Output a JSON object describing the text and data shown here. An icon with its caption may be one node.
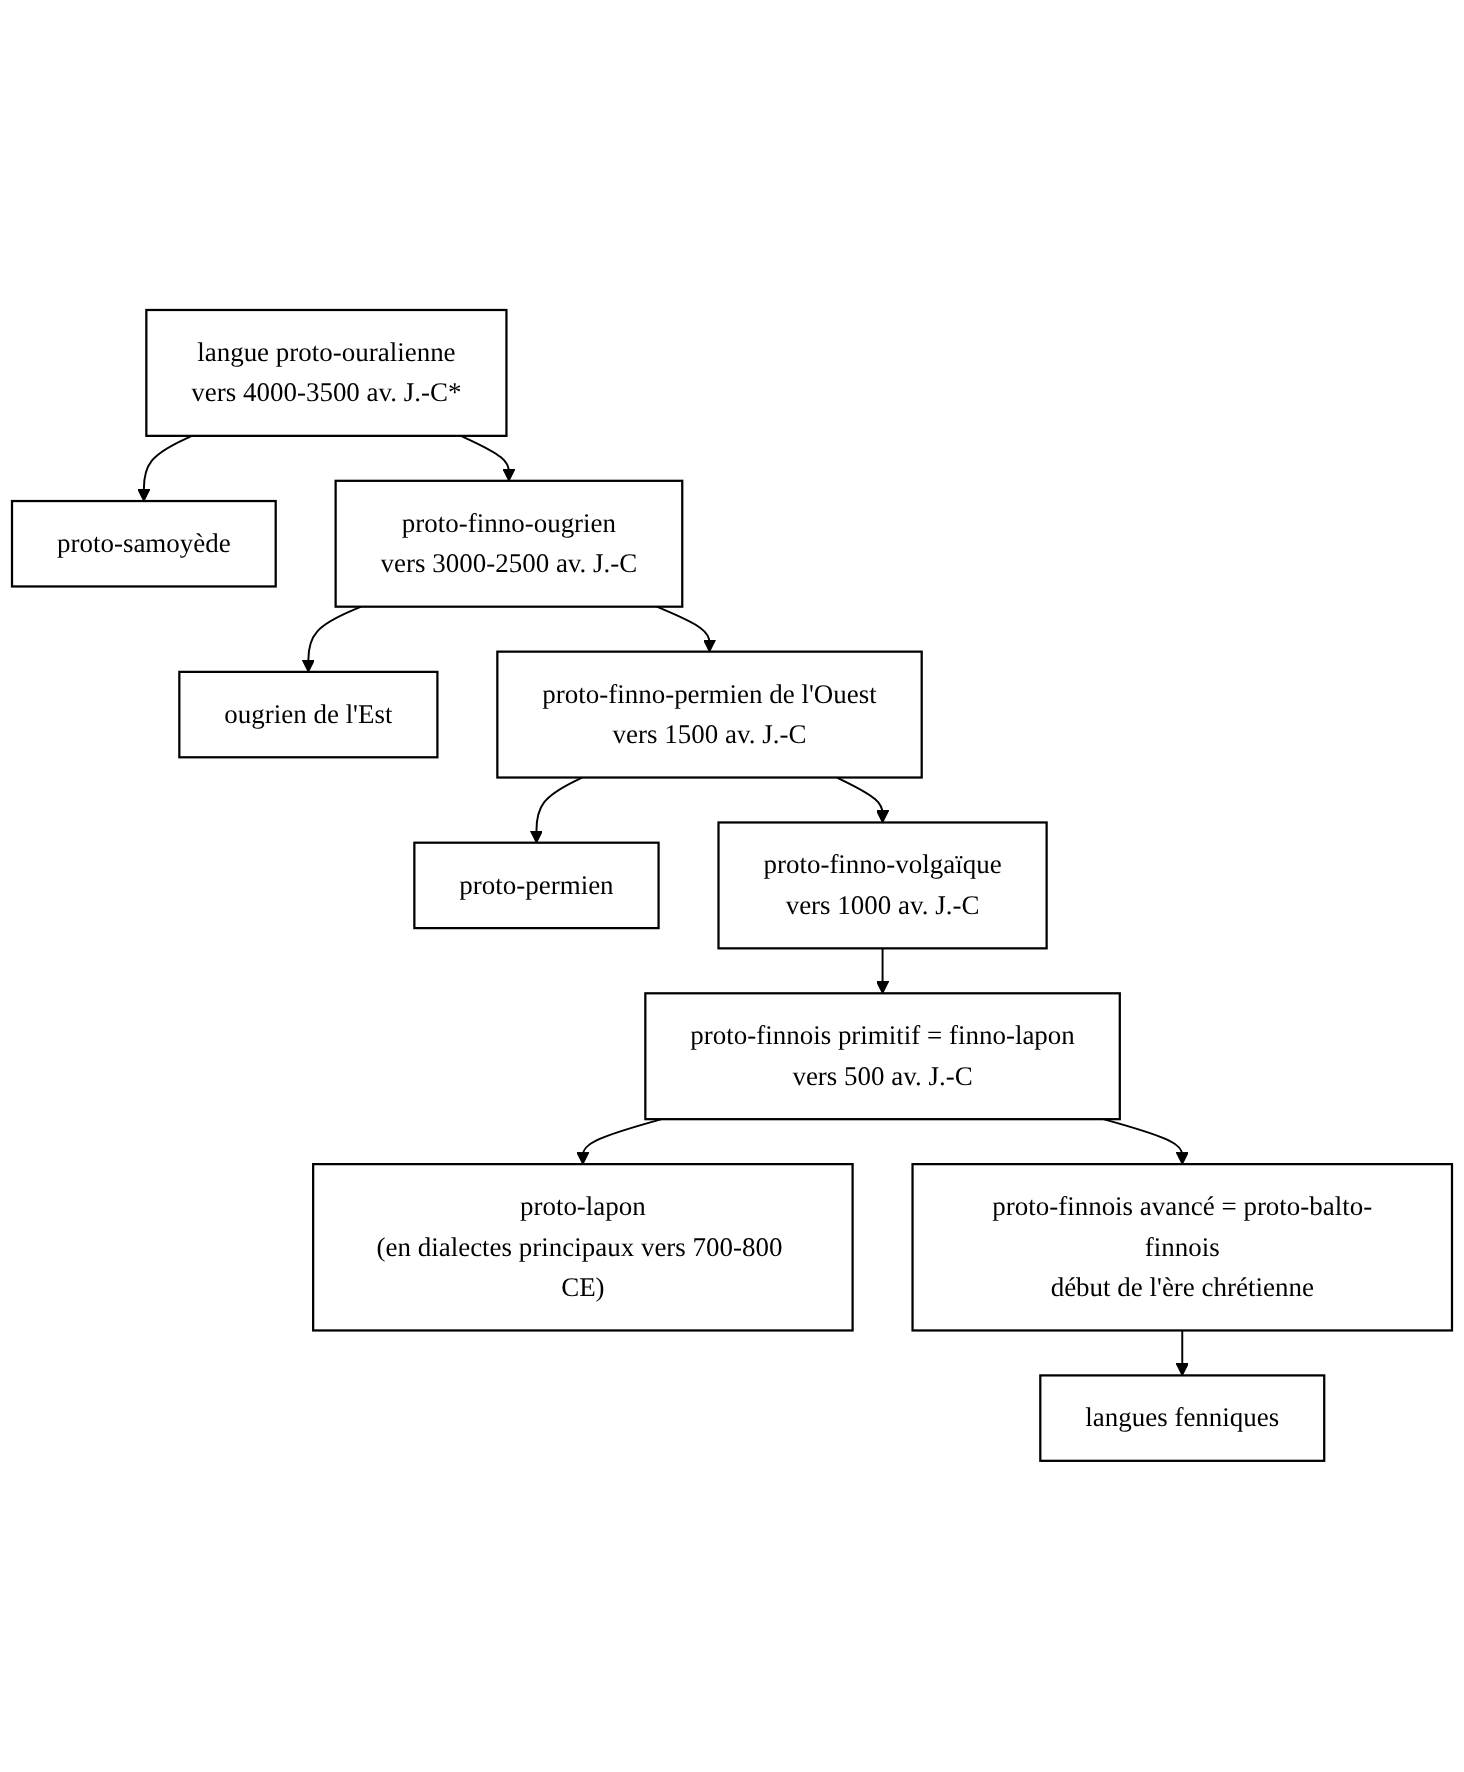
{
  "diagram": {
    "nodes": [
      {
        "text": [
          "langue proto-ouralienne",
          "vers 4000-3500 av. J.-C*"
        ]
      },
      {
        "text": [
          "proto-samoyède"
        ]
      },
      {
        "text": [
          "proto-finno-ougrien",
          "vers 3000-2500 av. J.-C"
        ]
      },
      {
        "text": [
          "ougrien de l'Est"
        ]
      },
      {
        "text": [
          "proto-finno-permien de l'Ouest",
          "vers 1500 av. J.-C"
        ]
      },
      {
        "text": [
          "proto-permien"
        ]
      },
      {
        "text": [
          "proto-finno-volgaïque",
          "vers 1000 av. J.-C"
        ]
      },
      {
        "text": [
          "proto-finnois primitif = finno-lapon",
          "vers 500 av. J.-C"
        ]
      },
      {
        "text": [
          "proto-lapon",
          "(en dialectes principaux vers 700-800 CE)"
        ]
      },
      {
        "text": [
          "proto-finnois avancé = proto-balto-finnois",
          "début de l'ère chrétienne"
        ]
      },
      {
        "text": [
          "langues fenniques"
        ]
      }
    ],
    "edges": [
      {
        "from": 0,
        "to": 1,
        "arrow": "to"
      },
      {
        "from": 0,
        "to": 2,
        "arrow": "to"
      },
      {
        "from": 2,
        "to": 3,
        "arrow": "to"
      },
      {
        "from": 2,
        "to": 4,
        "arrow": "to"
      },
      {
        "from": 4,
        "to": 5,
        "arrow": "to"
      },
      {
        "from": 4,
        "to": 6,
        "arrow": "to"
      },
      {
        "from": 6,
        "to": 7,
        "arrow": "to"
      },
      {
        "from": 7,
        "to": 8,
        "arrow": "to"
      },
      {
        "from": 7,
        "to": 9,
        "arrow": "to"
      },
      {
        "from": 9,
        "to": 10,
        "arrow": "to"
      }
    ]
  }
}
